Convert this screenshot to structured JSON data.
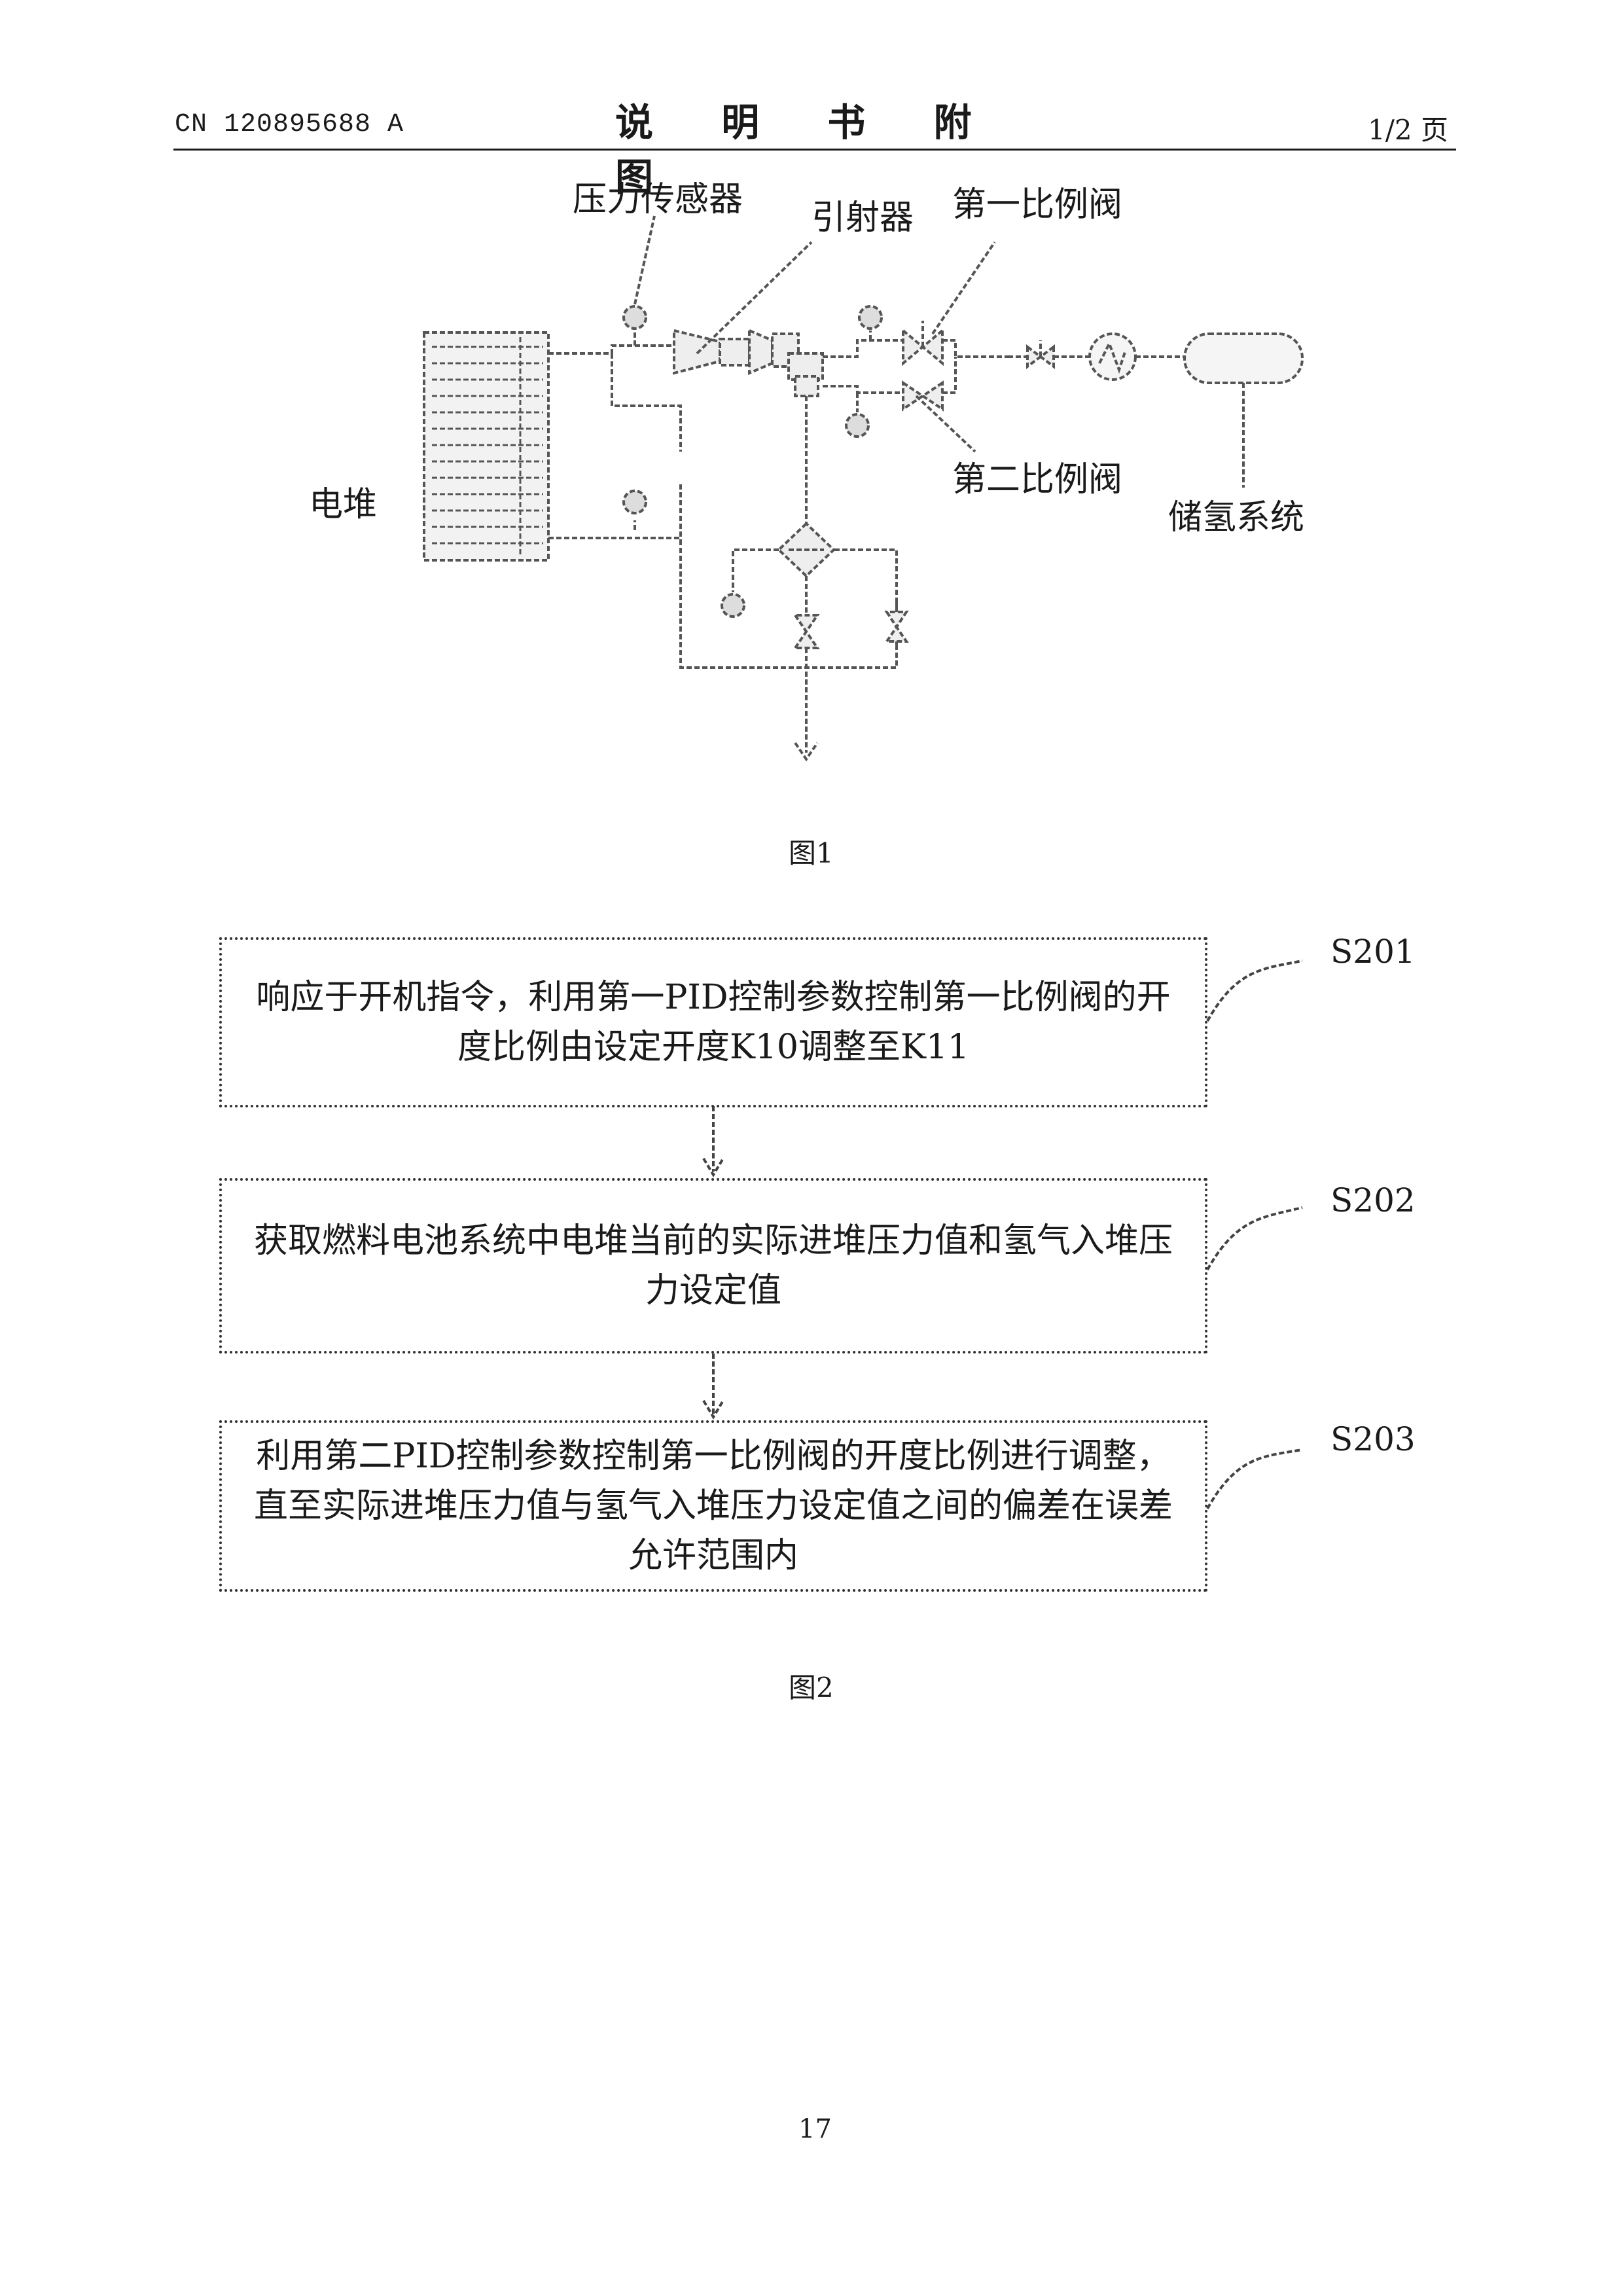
{
  "header": {
    "publication_number": "CN 120895688 A",
    "title": "说 明 书 附 图",
    "page_of_pages": "1/2 页"
  },
  "figure1": {
    "labels": {
      "pressure_sensor": "压力传感器",
      "ejector": "引射器",
      "first_proportional_valve": "第一比例阀",
      "second_proportional_valve": "第二比例阀",
      "stack": "电堆",
      "hydrogen_storage": "储氢系统"
    },
    "caption": "图1"
  },
  "figure2": {
    "steps": [
      {
        "id": "S201",
        "text": "响应于开机指令，利用第一PID控制参数控制第一比例阀的开度比例由设定开度K10调整至K11"
      },
      {
        "id": "S202",
        "text": "获取燃料电池系统中电堆当前的实际进堆压力值和氢气入堆压力设定值"
      },
      {
        "id": "S203",
        "text": "利用第二PID控制参数控制第一比例阀的开度比例进行调整，直至实际进堆压力值与氢气入堆压力设定值之间的偏差在误差允许范围内"
      }
    ],
    "caption": "图2"
  },
  "page_number": "17"
}
